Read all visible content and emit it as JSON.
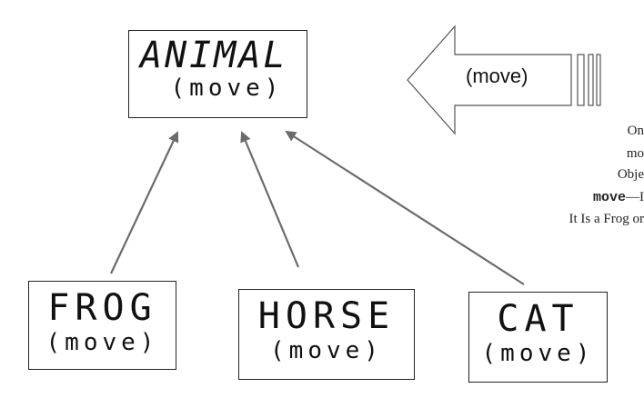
{
  "animal": {
    "title": "ANIMAL",
    "method": "(move)"
  },
  "frog": {
    "title": "FROG",
    "method": "(move)"
  },
  "horse": {
    "title": "HORSE",
    "method": "(move)"
  },
  "cat": {
    "title": "CAT",
    "method": "(move)"
  },
  "message_arrow": {
    "label": "(move)"
  },
  "side_caption": {
    "line1": "On",
    "line2": "mo",
    "line3": "Obje",
    "line4_bold": "move",
    "line4_rest": "—I",
    "line5": "It Is a Frog or"
  },
  "colors": {
    "line": "#6b6b6b",
    "box_border": "#222222"
  }
}
